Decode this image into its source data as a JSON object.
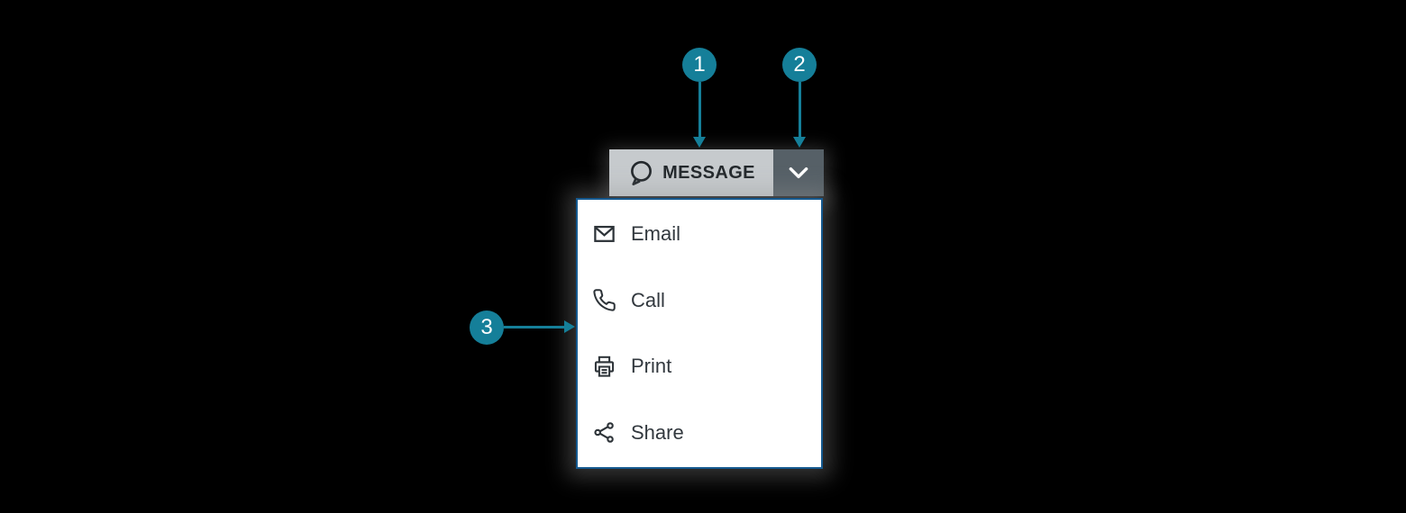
{
  "canvas": {
    "background": "#000000"
  },
  "split_button": {
    "label": "MESSAGE",
    "icon": "message-bubble-icon",
    "chevron_icon": "chevron-down-icon",
    "colors": {
      "primary_bg": "#c6cacd",
      "primary_text": "#23282c",
      "chevron_bg": "#566067",
      "chevron_fg": "#ffffff"
    }
  },
  "menu": {
    "background": "#ffffff",
    "border_color": "#15598f",
    "text_color": "#32383e",
    "items": [
      {
        "label": "Email",
        "icon": "email-icon"
      },
      {
        "label": "Call",
        "icon": "call-icon"
      },
      {
        "label": "Print",
        "icon": "print-icon"
      },
      {
        "label": "Share",
        "icon": "share-icon"
      }
    ]
  },
  "callouts": {
    "color": "#157f99",
    "items": [
      {
        "number": "1",
        "target": "message-button"
      },
      {
        "number": "2",
        "target": "chevron-button"
      },
      {
        "number": "3",
        "target": "dropdown-menu"
      }
    ]
  }
}
